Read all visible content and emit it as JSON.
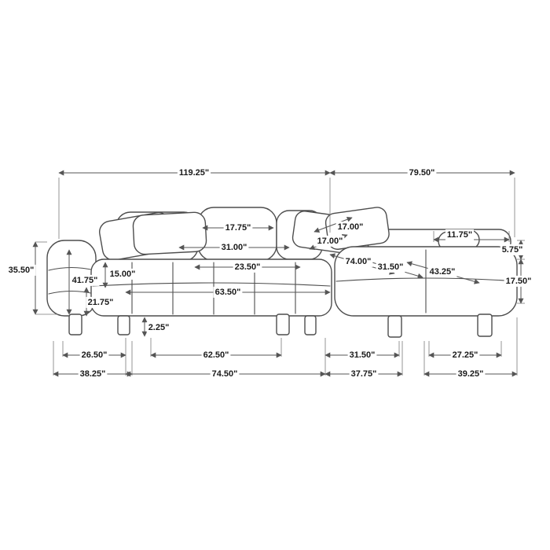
{
  "page": {
    "description": "Sectional sofa with chaise dimension diagram",
    "background": "#ffffff",
    "line_color": "#4d4d4d",
    "text_color": "#1a1a1a"
  },
  "dims": {
    "v11925": "119.25\"",
    "v7950": "79.50\"",
    "v3550": "35.50\"",
    "v1775": "17.75\"",
    "v3100": "31.00\"",
    "v2350": "23.50\"",
    "v6350": "63.50\"",
    "v1500": "15.00\"",
    "v4175": "41.75\"",
    "v2175": "21.75\"",
    "v225": "2.25\"",
    "v1700a": "17.00\"",
    "v1700b": "17.00\"",
    "v7400": "74.00\"",
    "v3150a": "31.50\"",
    "v4325": "43.25\"",
    "v1175": "11.75\"",
    "v575": "5.75\"",
    "v1750": "17.50\"",
    "v2650": "26.50\"",
    "v6250": "62.50\"",
    "v3150b": "31.50\"",
    "v2725": "27.25\"",
    "v3825": "38.25\"",
    "v7450": "74.50\"",
    "v3775": "37.75\"",
    "v3925": "39.25\""
  }
}
